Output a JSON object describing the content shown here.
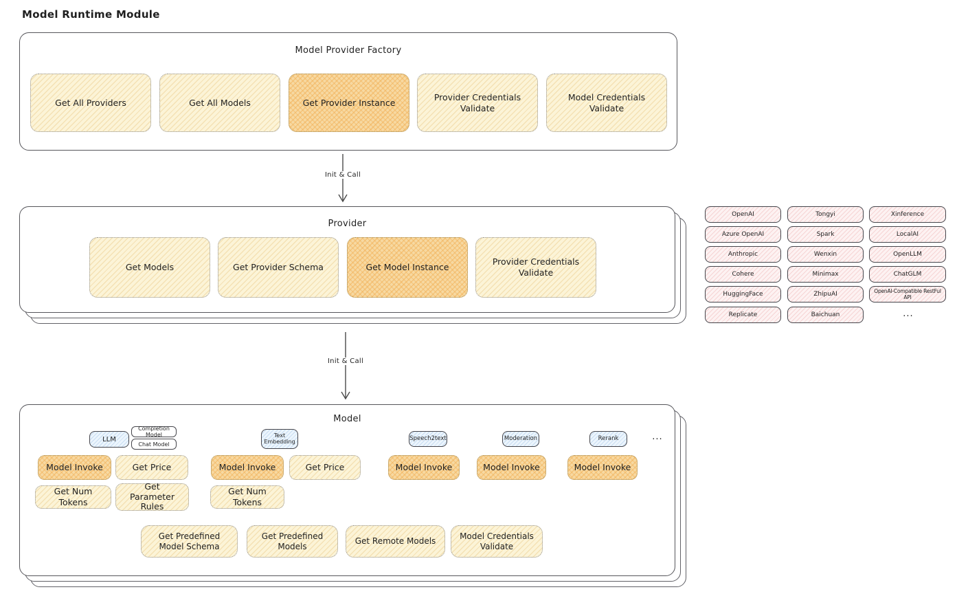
{
  "title": "Model Runtime Module",
  "colors": {
    "ink": "#1f1f1f",
    "box_yellow": "#fdf6dd",
    "box_yellow_highlight": "#f7d9a2",
    "chip_pink": "#fdf2f2",
    "tab_blue": "#ecf5fd"
  },
  "arrows": {
    "top_label": "Init & Call",
    "bottom_label": "Init & Call"
  },
  "factory": {
    "title": "Model Provider Factory",
    "boxes": [
      {
        "label": "Get All Providers"
      },
      {
        "label": "Get All Models"
      },
      {
        "label": "Get Provider Instance"
      },
      {
        "label": "Provider Credentials Validate"
      },
      {
        "label": "Model Credentials Validate"
      }
    ]
  },
  "provider": {
    "title": "Provider",
    "boxes": [
      {
        "label": "Get Models"
      },
      {
        "label": "Get Provider Schema"
      },
      {
        "label": "Get Model Instance"
      },
      {
        "label": "Provider Credentials Validate"
      }
    ]
  },
  "providers": {
    "columns": [
      [
        "OpenAI",
        "Azure OpenAI",
        "Anthropic",
        "Cohere",
        "HuggingFace",
        "Replicate"
      ],
      [
        "Tongyi",
        "Spark",
        "Wenxin",
        "Minimax",
        "ZhipuAI",
        "Baichuan"
      ],
      [
        "Xinference",
        "LocalAI",
        "OpenLLM",
        "ChatGLM",
        "OpenAI-Compatible RestFul API"
      ]
    ],
    "more": "..."
  },
  "model": {
    "title": "Model",
    "tabs": {
      "llm": "LLM",
      "completion": "Completion Model",
      "chat": "Chat Model",
      "text_embedding": "Text Embedding",
      "speech2text": "Speech2text",
      "moderation": "Moderation",
      "rerank": "Rerank",
      "more": "..."
    },
    "functions": {
      "llm_invoke": "Model Invoke",
      "llm_get_price": "Get Price",
      "llm_get_num_tokens": "Get Num Tokens",
      "llm_get_parameter_rules": "Get Parameter Rules",
      "te_invoke": "Model Invoke",
      "te_get_price": "Get Price",
      "te_get_num_tokens": "Get Num Tokens",
      "s2t_invoke": "Model Invoke",
      "moderation_invoke": "Model Invoke",
      "rerank_invoke": "Model Invoke"
    },
    "bottom": [
      "Get Predefined Model Schema",
      "Get Predefined Models",
      "Get Remote Models",
      "Model Credentials Validate"
    ]
  }
}
